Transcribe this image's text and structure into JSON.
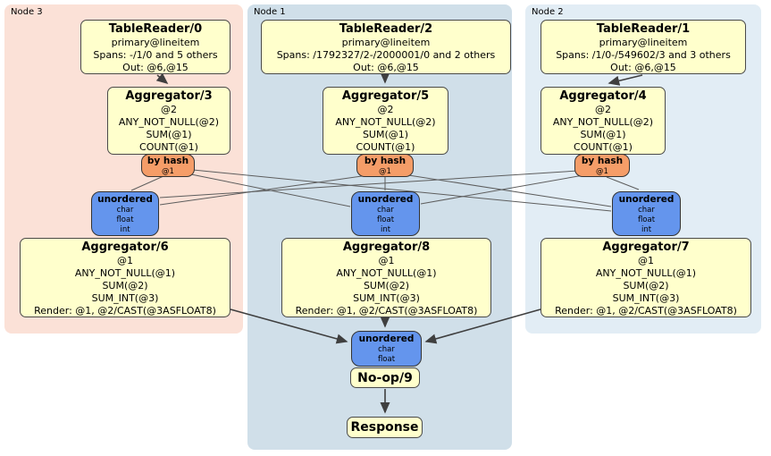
{
  "colors": {
    "node3_bg": "#fbe1d7",
    "node1_bg": "#d0dfe9",
    "node2_bg": "#e2edf5",
    "processor_box": "#ffffcc",
    "router_box": "#f59d68",
    "sync_box": "#6495ed"
  },
  "clusters": {
    "node3": "Node 3",
    "node1": "Node 1",
    "node2": "Node 2"
  },
  "processors": {
    "tablereader0": {
      "title": "TableReader/0",
      "lines": [
        "primary@lineitem",
        "Spans: -/1/0 and 5 others",
        "Out: @6,@15"
      ]
    },
    "tablereader2": {
      "title": "TableReader/2",
      "lines": [
        "primary@lineitem",
        "Spans: /1792327/2-/2000001/0 and 2 others",
        "Out: @6,@15"
      ]
    },
    "tablereader1": {
      "title": "TableReader/1",
      "lines": [
        "primary@lineitem",
        "Spans: /1/0-/549602/3 and 3 others",
        "Out: @6,@15"
      ]
    },
    "aggregator3": {
      "title": "Aggregator/3",
      "lines": [
        "@2",
        "ANY_NOT_NULL(@2)",
        "SUM(@1)",
        "COUNT(@1)"
      ]
    },
    "aggregator5": {
      "title": "Aggregator/5",
      "lines": [
        "@2",
        "ANY_NOT_NULL(@2)",
        "SUM(@1)",
        "COUNT(@1)"
      ]
    },
    "aggregator4": {
      "title": "Aggregator/4",
      "lines": [
        "@2",
        "ANY_NOT_NULL(@2)",
        "SUM(@1)",
        "COUNT(@1)"
      ]
    },
    "aggregator6": {
      "title": "Aggregator/6",
      "lines": [
        "@1",
        "ANY_NOT_NULL(@1)",
        "SUM(@2)",
        "SUM_INT(@3)",
        "Render: @1, @2/CAST(@3ASFLOAT8)"
      ]
    },
    "aggregator8": {
      "title": "Aggregator/8",
      "lines": [
        "@1",
        "ANY_NOT_NULL(@1)",
        "SUM(@2)",
        "SUM_INT(@3)",
        "Render: @1, @2/CAST(@3ASFLOAT8)"
      ]
    },
    "aggregator7": {
      "title": "Aggregator/7",
      "lines": [
        "@1",
        "ANY_NOT_NULL(@1)",
        "SUM(@2)",
        "SUM_INT(@3)",
        "Render: @1, @2/CAST(@3ASFLOAT8)"
      ]
    },
    "noop9": {
      "title": "No-op/9"
    },
    "response": {
      "title": "Response"
    }
  },
  "routers": {
    "hash_node3": {
      "label": "by hash",
      "key": "@1"
    },
    "hash_node1": {
      "label": "by hash",
      "key": "@1"
    },
    "hash_node2": {
      "label": "by hash",
      "key": "@1"
    }
  },
  "syncs": {
    "node3": {
      "label": "unordered",
      "types": [
        "char",
        "float",
        "int"
      ]
    },
    "node1": {
      "label": "unordered",
      "types": [
        "char",
        "float",
        "int"
      ]
    },
    "node2": {
      "label": "unordered",
      "types": [
        "char",
        "float",
        "int"
      ]
    },
    "final": {
      "label": "unordered",
      "types": [
        "char",
        "float"
      ]
    }
  }
}
